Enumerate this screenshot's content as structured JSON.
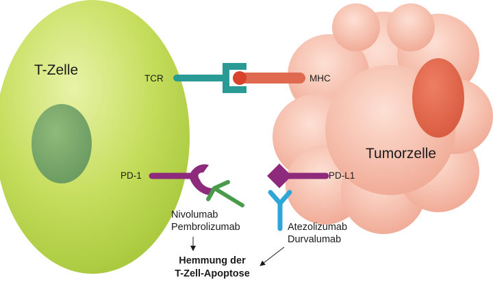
{
  "labels": {
    "t_cell": "T-Zelle",
    "tumor_cell": "Tumorzelle",
    "tcr": "TCR",
    "mhc": "MHC",
    "pd1": "PD-1",
    "pdl1": "PD-L1",
    "drugs_pd1": [
      "Nivolumab",
      "Pembrolizumab"
    ],
    "drugs_pdl1": [
      "Atezolizumab",
      "Durvalumab"
    ],
    "result": [
      "Hemmung der",
      "T-Zell-Apoptose"
    ]
  },
  "colors": {
    "t_cell": "#b4d23c",
    "t_nucleus": "#7aa86a",
    "tumor": "#f3b6a2",
    "tumor_nucleus": "#e06a50",
    "tcr": "#2a9a94",
    "mhc": "#e06a50",
    "pd1": "#8e2a7c",
    "anti_pd1_antibody": "#4a9a4c",
    "anti_pdl1_antibody": "#2ea6d8"
  }
}
